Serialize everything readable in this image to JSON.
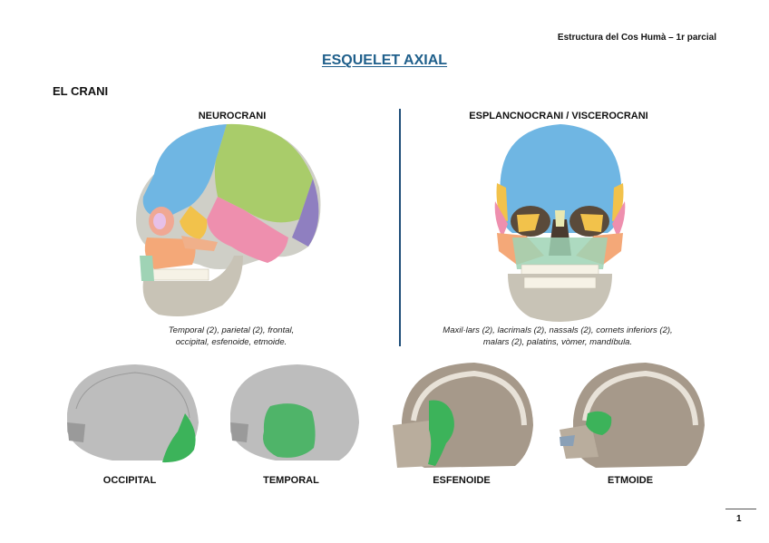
{
  "header": {
    "note": "Estructura del Cos Humà – 1r parcial"
  },
  "title": "ESQUELET AXIAL",
  "section": "EL CRANI",
  "neurocrani": {
    "heading": "NEUROCRANI",
    "caption_line1": "Temporal (2), parietal (2), frontal,",
    "caption_line2": "occipital, esfenoide, etmoide."
  },
  "esplancnocrani": {
    "heading": "ESPLANCNOCRANI / VISCEROCRANI",
    "caption_line1": "Maxil·lars (2), lacrimals (2), nassals (2), cornets inferiors (2),",
    "caption_line2": "malars (2), palatins, vòmer, mandíbula."
  },
  "bones": [
    {
      "label": "OCCIPITAL"
    },
    {
      "label": "TEMPORAL"
    },
    {
      "label": "ESFENOIDE"
    },
    {
      "label": "ETMOIDE"
    }
  ],
  "colors": {
    "highlight_green": "#3cb35a",
    "divider": "#1f4e79",
    "title": "#1f5f8b"
  },
  "page_number": "1"
}
